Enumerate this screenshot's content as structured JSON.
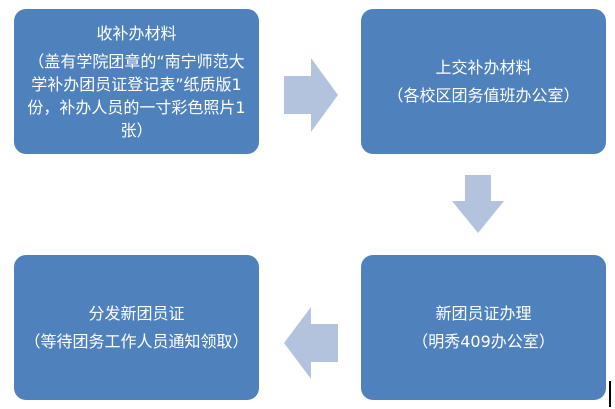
{
  "steps": [
    {
      "title": "收补办材料",
      "detail": "（盖有学院团章的“南宁师范大学补办团员证登记表”纸质版1份，补办人员的一寸彩色照片1张）"
    },
    {
      "title": "上交补办材料",
      "detail": "（各校区团务值班办公室）"
    },
    {
      "title": "新团员证办理",
      "detail": "（明秀409办公室）"
    },
    {
      "title": "分发新团员证",
      "detail": "（等待团务工作人员通知领取）"
    }
  ],
  "colors": {
    "box": "#4f81bd",
    "arrow": "#b4c3dd",
    "text": "#ffffff"
  }
}
